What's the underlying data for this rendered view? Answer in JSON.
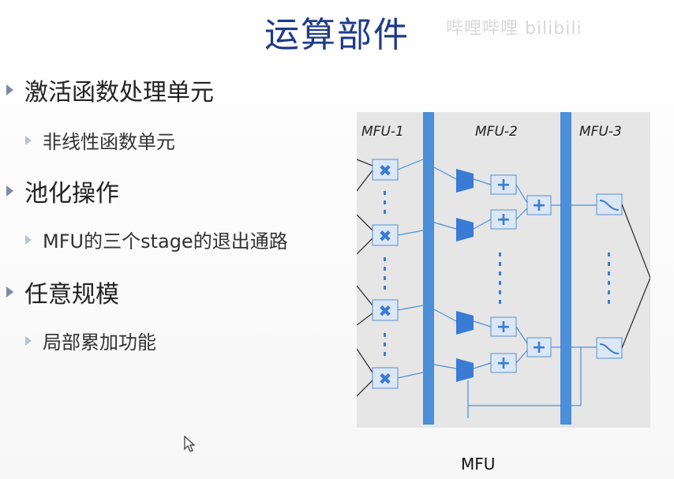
{
  "slide": {
    "title": "运算部件",
    "caption": "MFU",
    "watermark": "哔哩哔哩 bilibili"
  },
  "bullets": [
    {
      "text": "激活函数处理单元",
      "level": 1
    },
    {
      "text": "非线性函数单元",
      "level": 2
    },
    {
      "text": "池化操作",
      "level": 1
    },
    {
      "text": "MFU的三个stage的退出通路",
      "level": 2
    },
    {
      "text": "任意规模",
      "level": 1
    },
    {
      "text": "局部累加功能",
      "level": 2
    }
  ],
  "diagram": {
    "labels": [
      "MFU-1",
      "MFU-2",
      "MFU-3"
    ],
    "colors": {
      "bus": "#4a8fd8",
      "box_fill": "#dbe7f5",
      "box_stroke": "#5b8fcc",
      "panel": "#e6e6e6",
      "line": "#4a8fd8"
    }
  }
}
